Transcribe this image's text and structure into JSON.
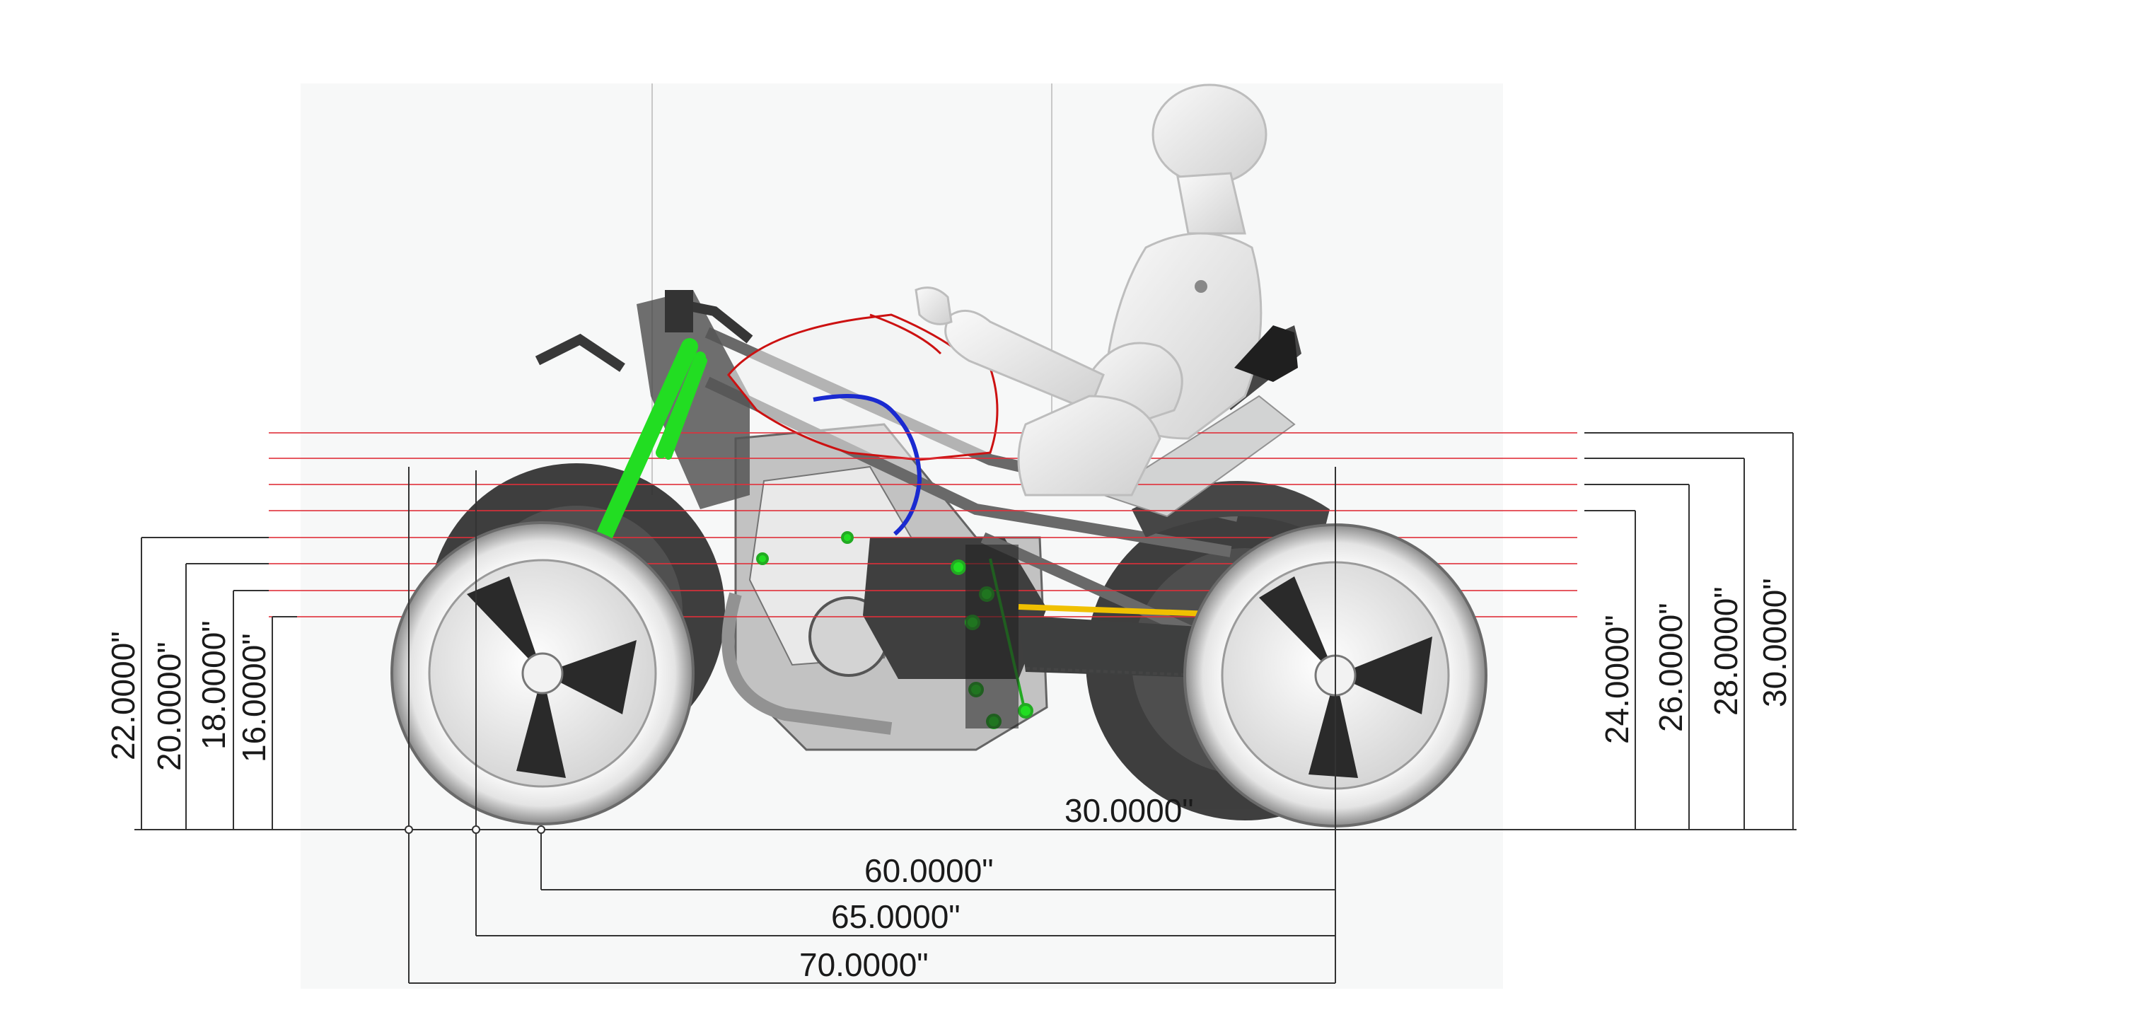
{
  "diagram": {
    "vertical_dims_left": [
      "22.0000\"",
      "20.0000\"",
      "18.0000\"",
      "16.0000\""
    ],
    "vertical_dims_right": [
      "24.0000\"",
      "26.0000\"",
      "28.0000\"",
      "30.0000\""
    ],
    "horizontal_dims": [
      "60.0000\"",
      "65.0000\"",
      "70.0000\""
    ],
    "center_dim": "30.0000\""
  },
  "colors": {
    "guide_red": "#e0303a",
    "steering_green": "#22dd22",
    "chain_yellow": "#f0c000",
    "hose_blue": "#1a2ad0",
    "tank_outline": "#cc1111",
    "dimension_line": "#333333"
  }
}
